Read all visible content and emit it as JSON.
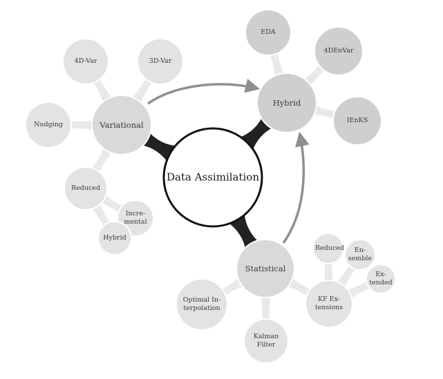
{
  "colors": {
    "center_fill": "#ffffff",
    "center_stroke": "#111111",
    "level2_fill": "#d9d9d9",
    "leaf_fill": "#e3e3e3",
    "hybrid_family_fill": "#cfcfcf",
    "connector": "#e9e9e9",
    "dark_connector": "#222222",
    "arrow": "#8f8f8f",
    "text": "#3a3a3a"
  },
  "nodes": {
    "center": {
      "label": "Data Assimilation"
    },
    "variational": {
      "label": "Variational"
    },
    "statistical": {
      "label": "Statistical"
    },
    "hybrid": {
      "label": "Hybrid"
    },
    "var_4d": {
      "label": "4D-Var"
    },
    "var_3d": {
      "label": "3D-Var"
    },
    "nudging": {
      "label": "Nudging"
    },
    "reduced_var": {
      "label": "Reduced"
    },
    "incremental": {
      "label": "Incre-\nmental"
    },
    "hybrid_sub": {
      "label": "Hybrid"
    },
    "eda": {
      "label": "EDA"
    },
    "fourdenvar": {
      "label": "4DEnVar"
    },
    "ienks": {
      "label": "IEnKS"
    },
    "optimal_interpolation": {
      "label": "Optimal In-\nterpolation"
    },
    "kalman_filter": {
      "label": "Kalman\nFilter"
    },
    "kf_extensions": {
      "label": "KF Ex-\ntensions"
    },
    "reduced_kf": {
      "label": "Reduced"
    },
    "ensemble": {
      "label": "En-\nsemble"
    },
    "extended": {
      "label": "Ex-\ntended"
    }
  }
}
